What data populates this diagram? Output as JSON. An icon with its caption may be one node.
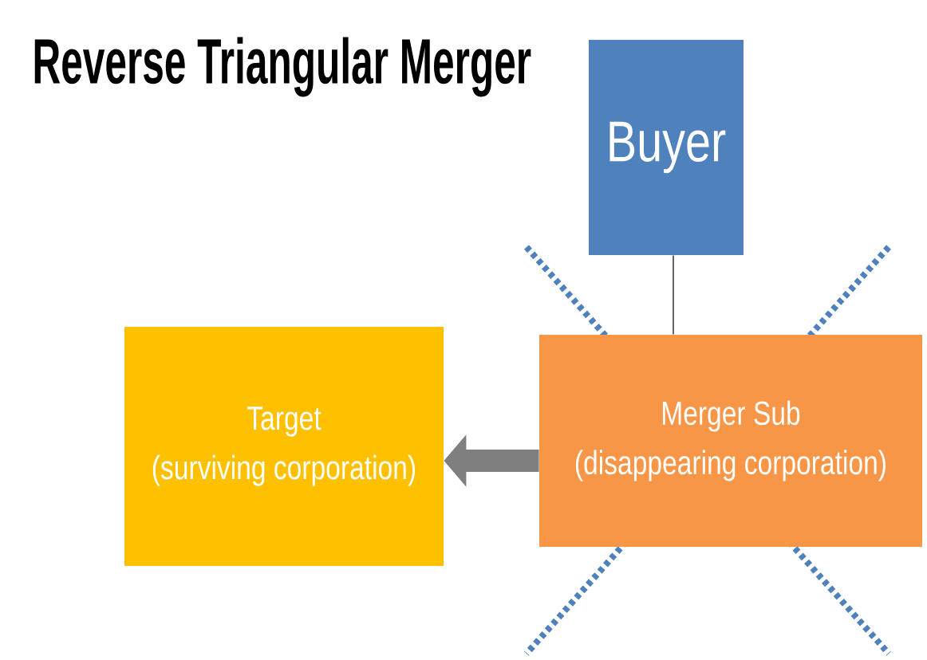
{
  "diagram": {
    "title": "Reverse Triangular Merger",
    "nodes": [
      {
        "text": [
          "Buyer"
        ]
      },
      {
        "text": [
          "Target",
          "(surviving corporation)"
        ]
      },
      {
        "text": [
          "Merger Sub",
          "(disappearing corporation)"
        ]
      }
    ],
    "edges": [
      {
        "from": 0,
        "to": 2,
        "arrow": "none"
      },
      {
        "from": 2,
        "to": 1,
        "arrow": "to",
        "style": "thick",
        "color": "#7f7f7f"
      }
    ]
  }
}
